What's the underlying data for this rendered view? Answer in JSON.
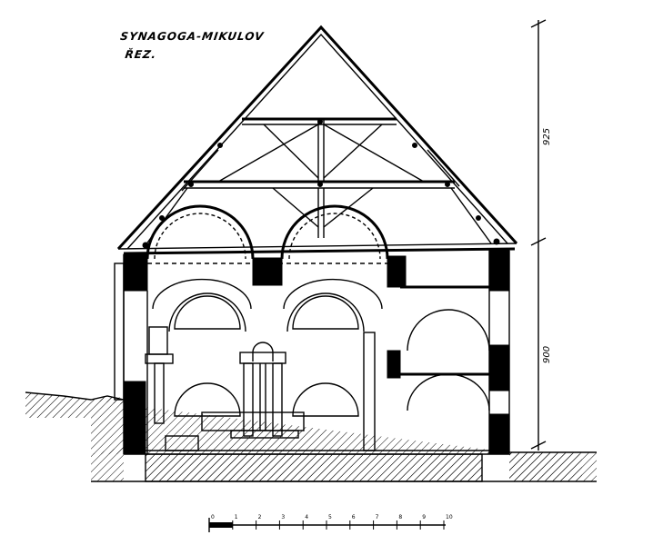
{
  "drawing": {
    "title": "SYNAGOGA-MIKULOV",
    "subtitle": "ŘEZ.",
    "dimensions": {
      "roof_height": "925",
      "wall_height": "900"
    },
    "scale_bar": {
      "ticks": [
        "0",
        "1",
        "2",
        "3",
        "4",
        "5",
        "6",
        "7",
        "8",
        "9",
        "10"
      ]
    }
  }
}
